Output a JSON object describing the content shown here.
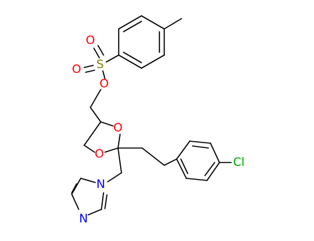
{
  "molecule": {
    "atoms": {
      "sulfur": "S",
      "oxygen_sulfonyl_top": "O",
      "oxygen_sulfonyl_left": "O",
      "oxygen_ester": "O",
      "oxygen_ring_upper": "O",
      "oxygen_ring_lower": "O",
      "chlorine": "Cl",
      "nitrogen_imidazole_n1": "N",
      "nitrogen_imidazole_n3": "N"
    },
    "colors": {
      "bond": "#000000",
      "sulfur": "#808000",
      "oxygen": "#ff0000",
      "chlorine": "#00aa00",
      "nitrogen": "#0000ff"
    }
  }
}
